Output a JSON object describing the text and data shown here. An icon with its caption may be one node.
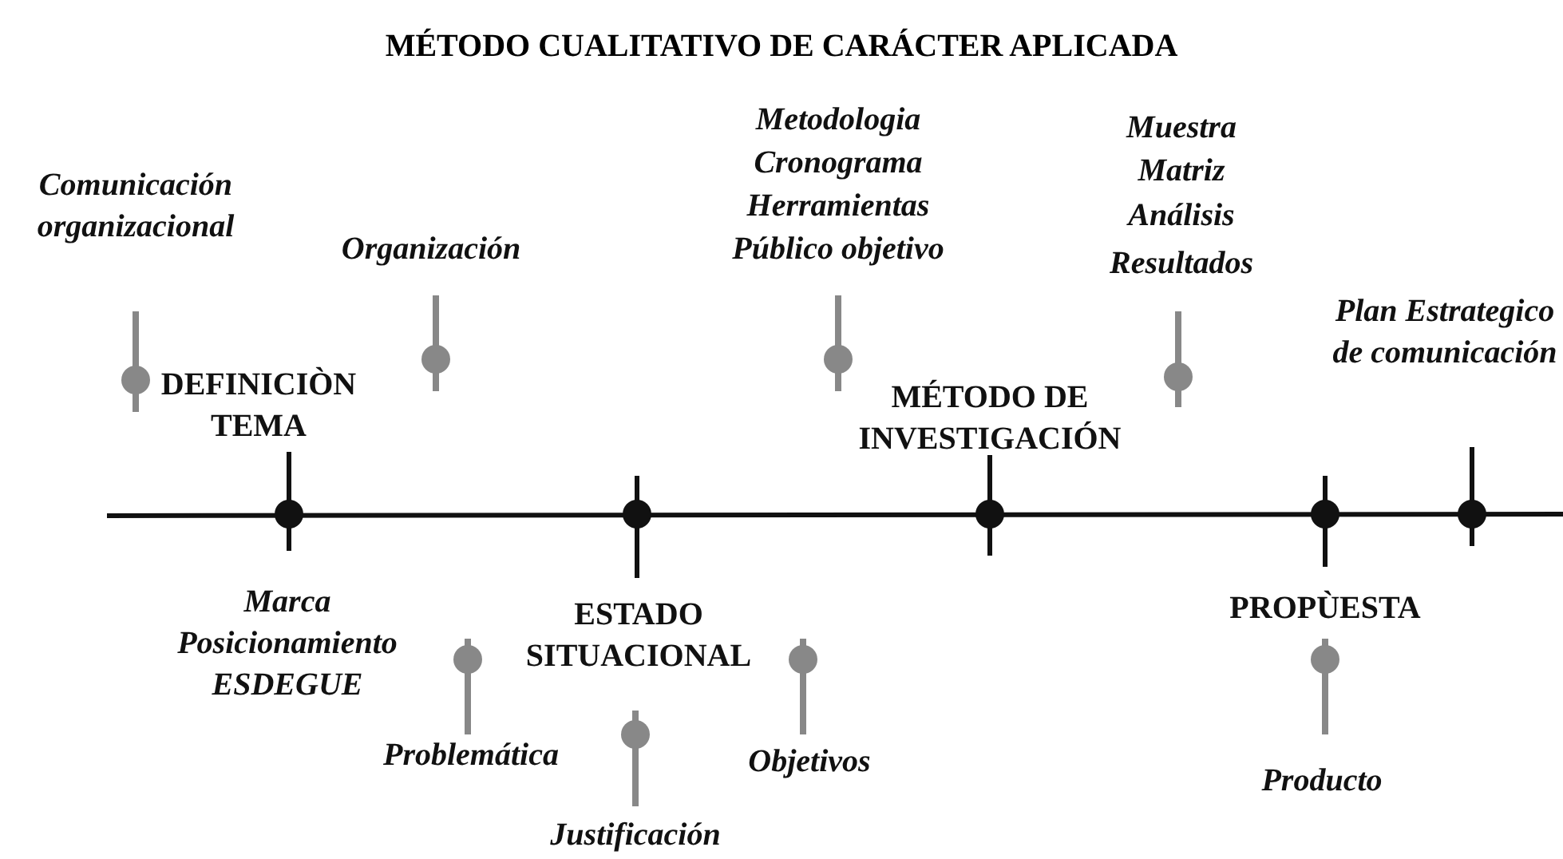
{
  "diagram": {
    "title": "MÉTODO CUALITATIVO  DE CARÁCTER APLICADA",
    "labels": [
      "Metodologia",
      "Muestra",
      "Cronograma",
      "Matriz",
      "Comunicación organizacional",
      "Herramientas",
      "Análisis",
      "Organización",
      "Público objetivo",
      "Resultados",
      "Plan Estrategico de comunicación",
      "DEFINICIÒN TEMA",
      "MÉTODO DE INVESTIGACIÓN",
      "Marca",
      "ESTADO SITUACIONAL",
      "PROPÙESTA",
      "Posicionamiento",
      "ESDEGUE",
      "Problemática",
      "Objetivos",
      "Producto",
      "Justificación"
    ]
  }
}
